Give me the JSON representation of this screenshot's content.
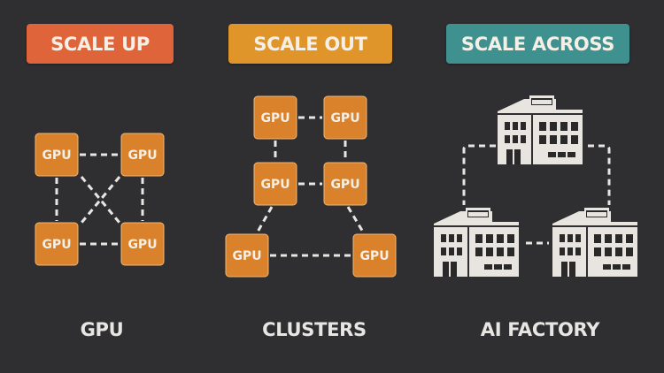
{
  "colors": {
    "background": "#2f2e30",
    "scale_up": "#e0643a",
    "scale_out": "#e0952a",
    "scale_across": "#3f9190",
    "gpu_node": "#d9822b",
    "gpu_border": "#f0b878",
    "link": "#e8e6e2",
    "building": "#e8e5e0",
    "building_window": "#2a2929"
  },
  "columns": [
    {
      "heading": "SCALE UP",
      "caption": "GPU",
      "topology": "fully-connected",
      "nodes": [
        {
          "label": "GPU"
        },
        {
          "label": "GPU"
        },
        {
          "label": "GPU"
        },
        {
          "label": "GPU"
        }
      ]
    },
    {
      "heading": "SCALE OUT",
      "caption": "CLUSTERS",
      "topology": "cluster-tree",
      "nodes": [
        {
          "label": "GPU"
        },
        {
          "label": "GPU"
        },
        {
          "label": "GPU"
        },
        {
          "label": "GPU"
        },
        {
          "label": "GPU"
        },
        {
          "label": "GPU"
        }
      ]
    },
    {
      "heading": "SCALE ACROSS",
      "caption": "AI FACTORY",
      "topology": "connected-buildings",
      "nodes": [
        {
          "label": "building-icon"
        },
        {
          "label": "building-icon"
        },
        {
          "label": "building-icon"
        }
      ]
    }
  ]
}
